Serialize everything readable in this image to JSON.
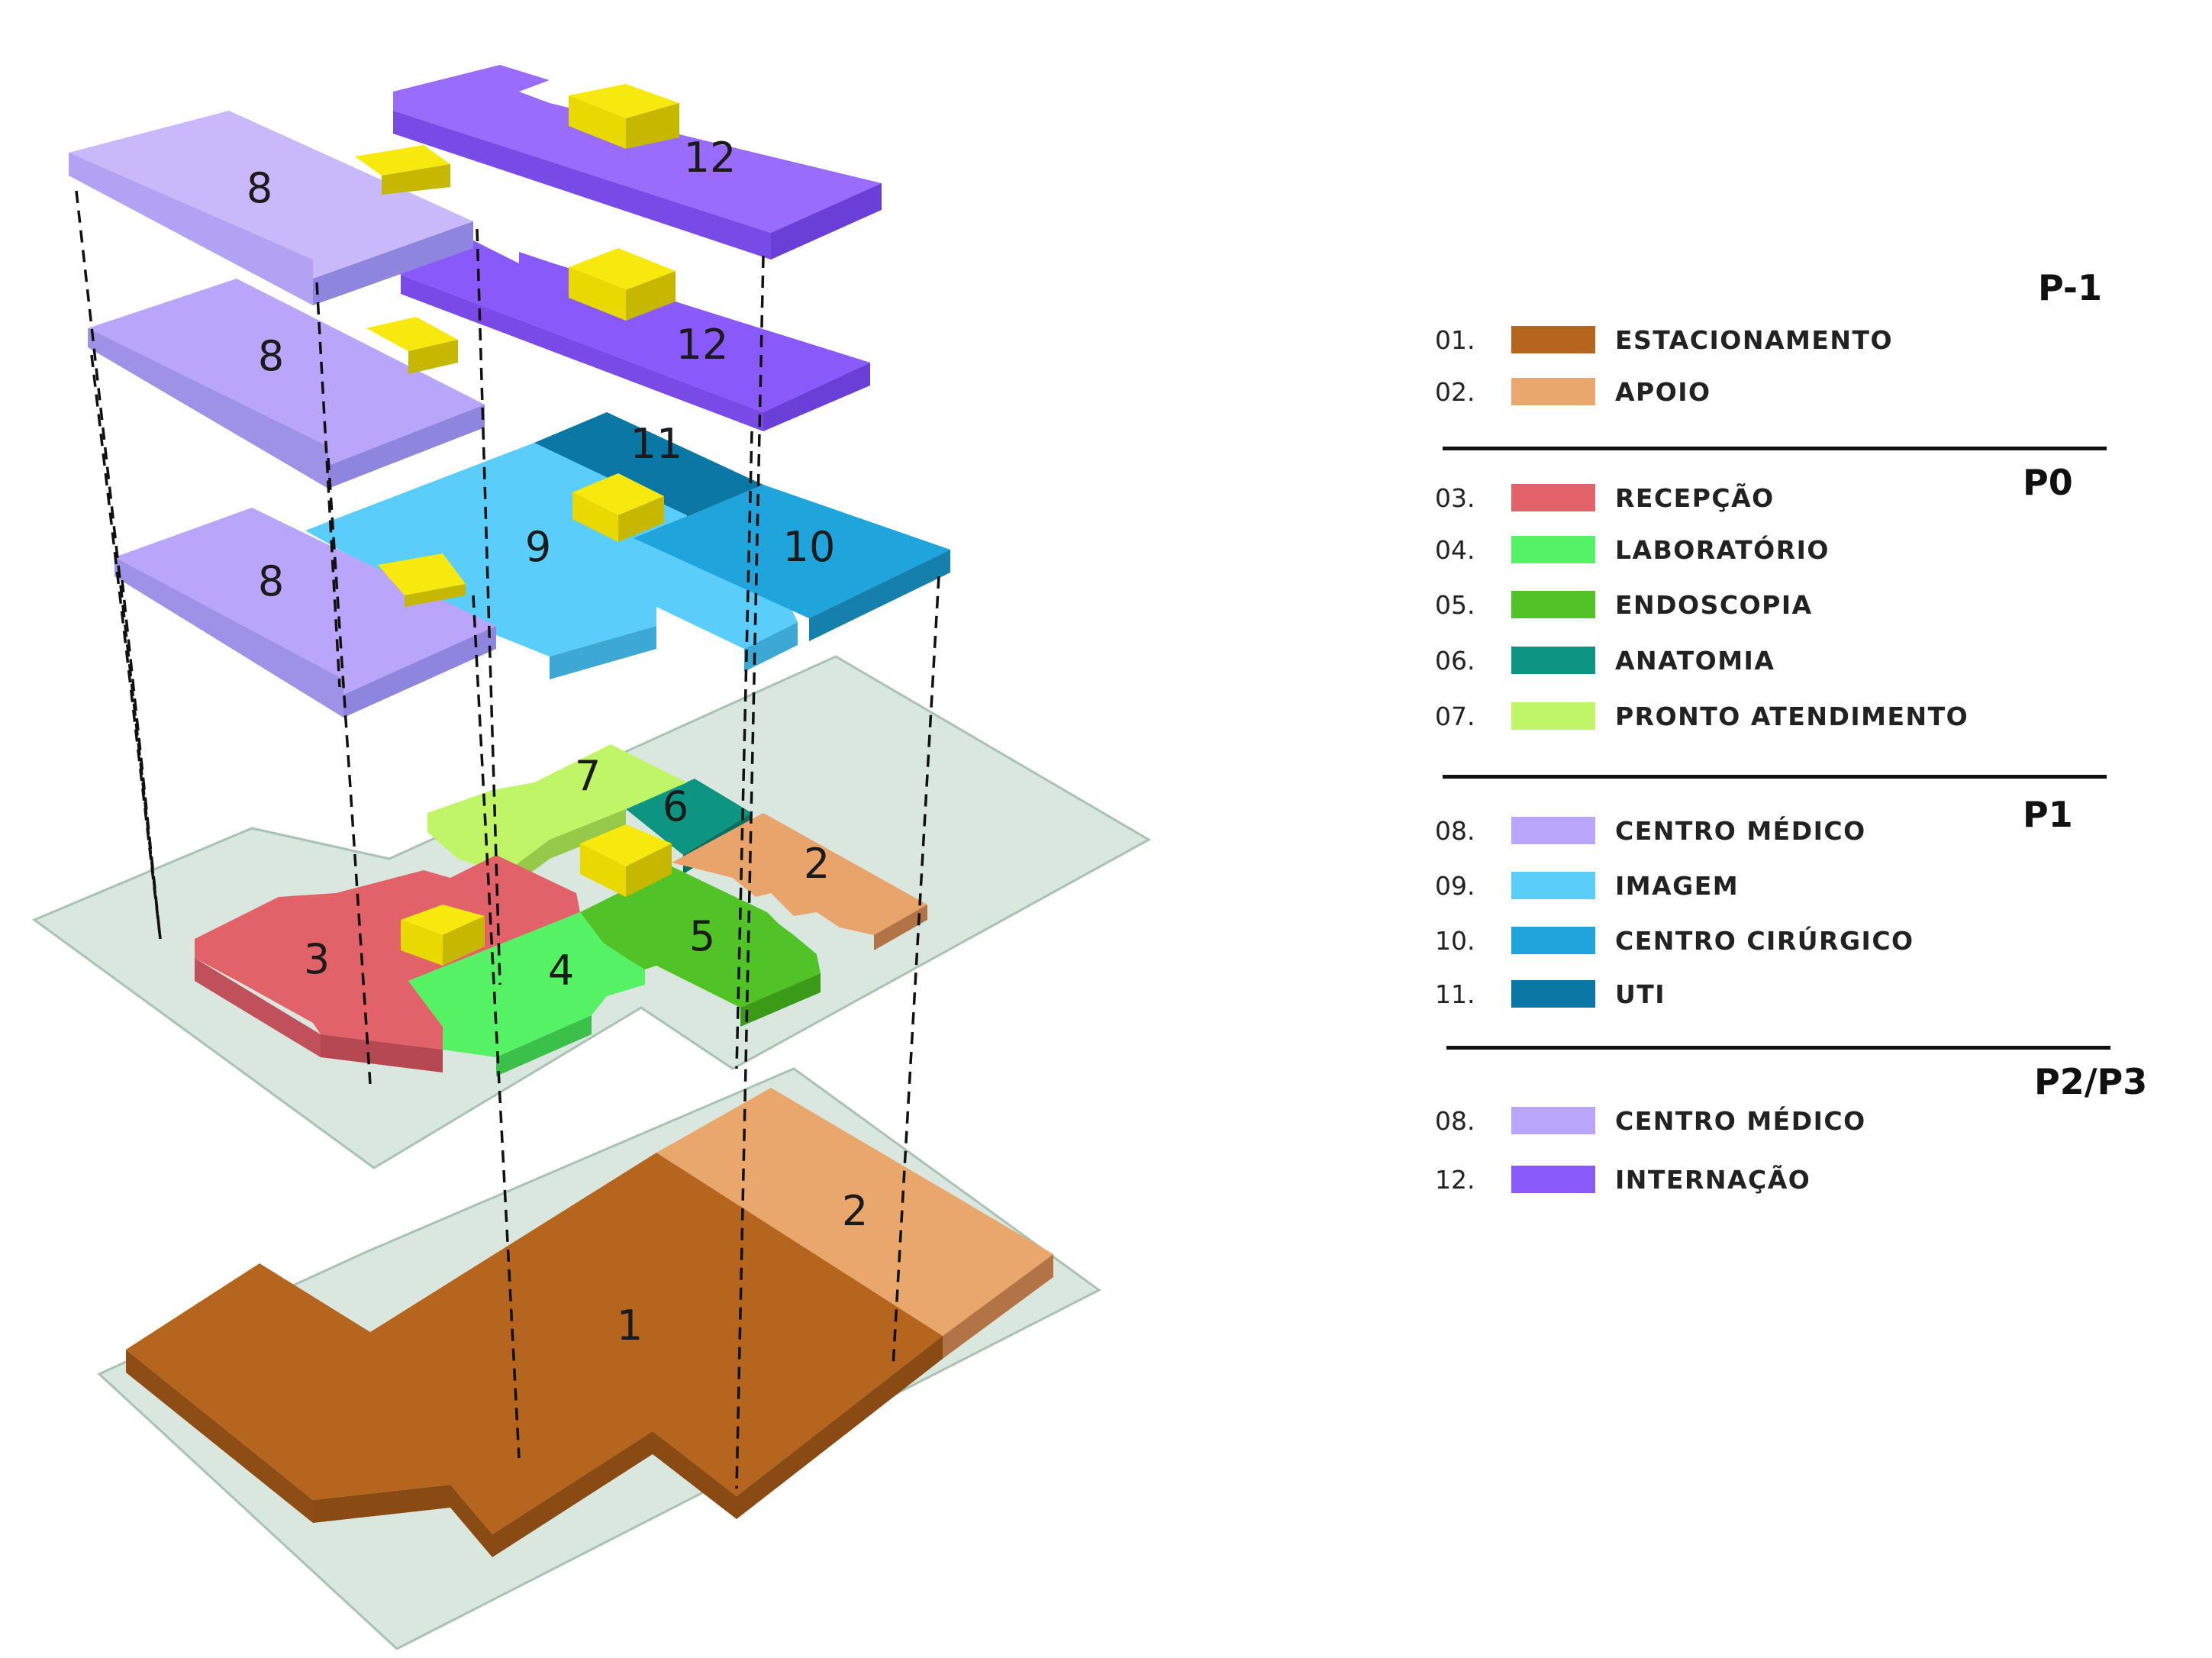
{
  "diagram": {
    "labels": {
      "l1": "1",
      "l2a": "2",
      "l2b": "2",
      "l3": "3",
      "l4": "4",
      "l5": "5",
      "l6": "6",
      "l7": "7",
      "l8a": "8",
      "l8b": "8",
      "l8c": "8",
      "l9": "9",
      "l10": "10",
      "l11": "11",
      "l12a": "12",
      "l12b": "12"
    }
  },
  "colors": {
    "estacionamento": "#b5651d",
    "apoio": "#eaa76c",
    "recepcao": "#e2626a",
    "laboratorio": "#56f266",
    "endoscopia": "#52c326",
    "anatomia": "#0e9582",
    "pronto_atendimento": "#bff566",
    "centro_medico": "#b9a6fa",
    "imagem": "#5acdfa",
    "centro_cirurgico": "#1fa4dc",
    "uti": "#0a77a5",
    "internacao": "#8a59fa",
    "core": "#f7e80e",
    "slab": "#d9e7df"
  },
  "legend": {
    "sections": [
      {
        "level": "P-1",
        "items": [
          {
            "num": "01.",
            "label": "ESTACIONAMENTO",
            "color": "#b5651d"
          },
          {
            "num": "02.",
            "label": "APOIO",
            "color": "#eaa76c"
          }
        ]
      },
      {
        "level": "P0",
        "items": [
          {
            "num": "03.",
            "label": "RECEPÇÃO",
            "color": "#e2626a"
          },
          {
            "num": "04.",
            "label": "LABORATÓRIO",
            "color": "#56f266"
          },
          {
            "num": "05.",
            "label": "ENDOSCOPIA",
            "color": "#52c326"
          },
          {
            "num": "06.",
            "label": "ANATOMIA",
            "color": "#0e9582"
          },
          {
            "num": "07.",
            "label": "PRONTO ATENDIMENTO",
            "color": "#bff566"
          }
        ]
      },
      {
        "level": "P1",
        "items": [
          {
            "num": "08.",
            "label": "CENTRO MÉDICO",
            "color": "#b9a6fa"
          },
          {
            "num": "09.",
            "label": "IMAGEM",
            "color": "#5acdfa"
          },
          {
            "num": "10.",
            "label": "CENTRO CIRÚRGICO",
            "color": "#1fa4dc"
          },
          {
            "num": "11.",
            "label": "UTI",
            "color": "#0a77a5"
          }
        ]
      },
      {
        "level": "P2/P3",
        "items": [
          {
            "num": "08.",
            "label": "CENTRO MÉDICO",
            "color": "#b9a6fa"
          },
          {
            "num": "12.",
            "label": "INTERNAÇÃO",
            "color": "#8a59fa"
          }
        ]
      }
    ]
  }
}
